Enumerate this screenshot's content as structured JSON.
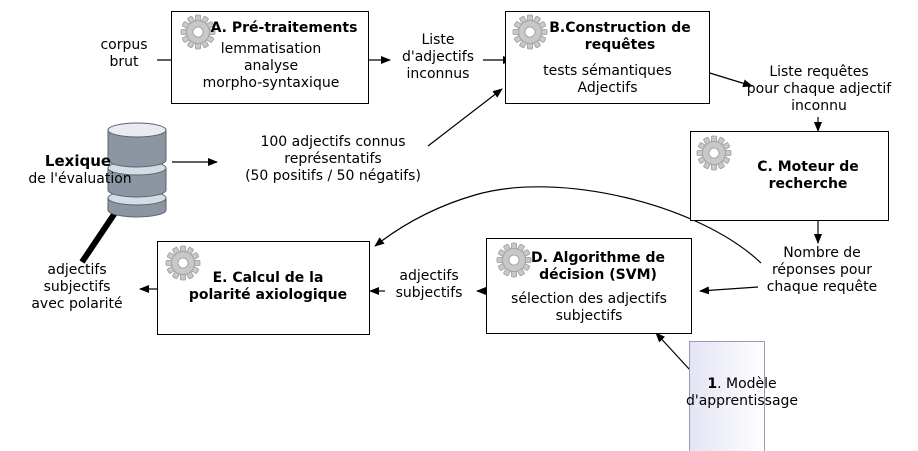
{
  "nodes": {
    "a_title": "A. Pré-traitements",
    "a_body": "lemmatisation\nanalyse\nmorpho-syntaxique",
    "b_title": "B.Construction de\nrequêtes",
    "b_body": "tests sémantiques\nAdjectifs",
    "c_title": "C. Moteur de\nrecherche",
    "d_title": "D. Algorithme de\ndécision (SVM)",
    "d_body": "sélection des adjectifs\nsubjectifs",
    "e_title": "E. Calcul de la\npolarité axiologique",
    "model_num": "1",
    "model_label": ". Modèle\nd'apprentissage",
    "lexicon_title": "Lexique",
    "lexicon_sub": "de l'évaluation"
  },
  "labels": {
    "corpus": "corpus\nbrut",
    "liste_inconnus": "Liste\nd'adjectifs\ninconnus",
    "liste_requetes": "Liste requêtes\npour chaque adjectif\ninconnu",
    "adjectifs_connus": "100 adjectifs connus\nreprésentatifs\n(50 positifs / 50 négatifs)",
    "nombre_reponses": "Nombre de\nréponses pour\nchaque requête",
    "adj_subj_mid": "adjectifs\nsubjectifs",
    "adj_subj_left": "adjectifs\nsubjectifs\navec polarité"
  },
  "colors": {
    "gear_fill": "#c8c8c8",
    "gear_stroke": "#9a9a9a",
    "database_top": "#d6dce4",
    "database_body": "#8c96a3",
    "model_fill": "#e8e8f6"
  },
  "icons": [
    "gear-icon",
    "database-icon"
  ]
}
